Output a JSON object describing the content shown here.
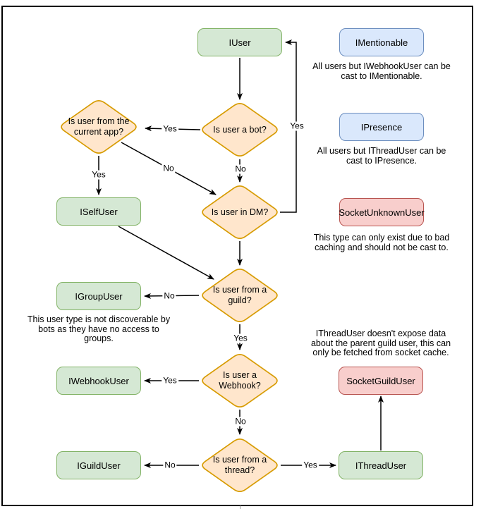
{
  "nodes": {
    "iuser": "IUser",
    "imentionable": "IMentionable",
    "ipresence": "IPresence",
    "socketunknownuser": "SocketUnknownUser",
    "iselfuser": "ISelfUser",
    "igroupuser": "IGroupUser",
    "iwebhookuser": "IWebhookUser",
    "iguilduser": "IGuildUser",
    "socketguilduser": "SocketGuildUser",
    "ithreaduser": "IThreadUser"
  },
  "decisions": {
    "bot": {
      "lines": [
        "Is user a bot?"
      ]
    },
    "app": {
      "lines": [
        "Is user from the",
        "current app?"
      ]
    },
    "dm": {
      "lines": [
        "Is user in DM?"
      ]
    },
    "guild": {
      "lines": [
        "Is user from a",
        "guild?"
      ]
    },
    "webhook": {
      "lines": [
        "Is user a",
        "Webhook?"
      ]
    },
    "thread": {
      "lines": [
        "Is user from a",
        "thread?"
      ]
    }
  },
  "notes": {
    "mentionable": {
      "lines": [
        "All users but IWebhookUser can be",
        "cast to IMentionable."
      ]
    },
    "presence": {
      "lines": [
        "All users but IThreadUser can be",
        "cast to IPresence."
      ]
    },
    "unknown": {
      "lines": [
        "This type can only exist due to bad",
        "caching and should not be cast to."
      ]
    },
    "group": {
      "lines": [
        "This user type is not discoverable by",
        "bots as they have no access to",
        "groups."
      ]
    },
    "thread": {
      "lines": [
        "IThreadUser doesn't expose data",
        "about the parent guild user, this can",
        "only be fetched from socket cache."
      ]
    }
  },
  "edge_labels": {
    "bot_yes": "Yes",
    "bot_no": "No",
    "app_yes": "Yes",
    "app_no": "No",
    "dm_yes": "Yes",
    "guild_no": "No",
    "guild_yes": "Yes",
    "webhook_yes": "Yes",
    "webhook_no": "No",
    "thread_no": "No",
    "thread_yes": "Yes"
  },
  "colors": {
    "green_fill": "#d5e8d4",
    "green_border": "#82b366",
    "orange_fill": "#ffe6cc",
    "orange_border": "#d79b00",
    "blue_fill": "#dae8fc",
    "blue_border": "#6c8ebf",
    "red_fill": "#f8cecc",
    "red_border": "#b85450",
    "line": "#000000"
  }
}
